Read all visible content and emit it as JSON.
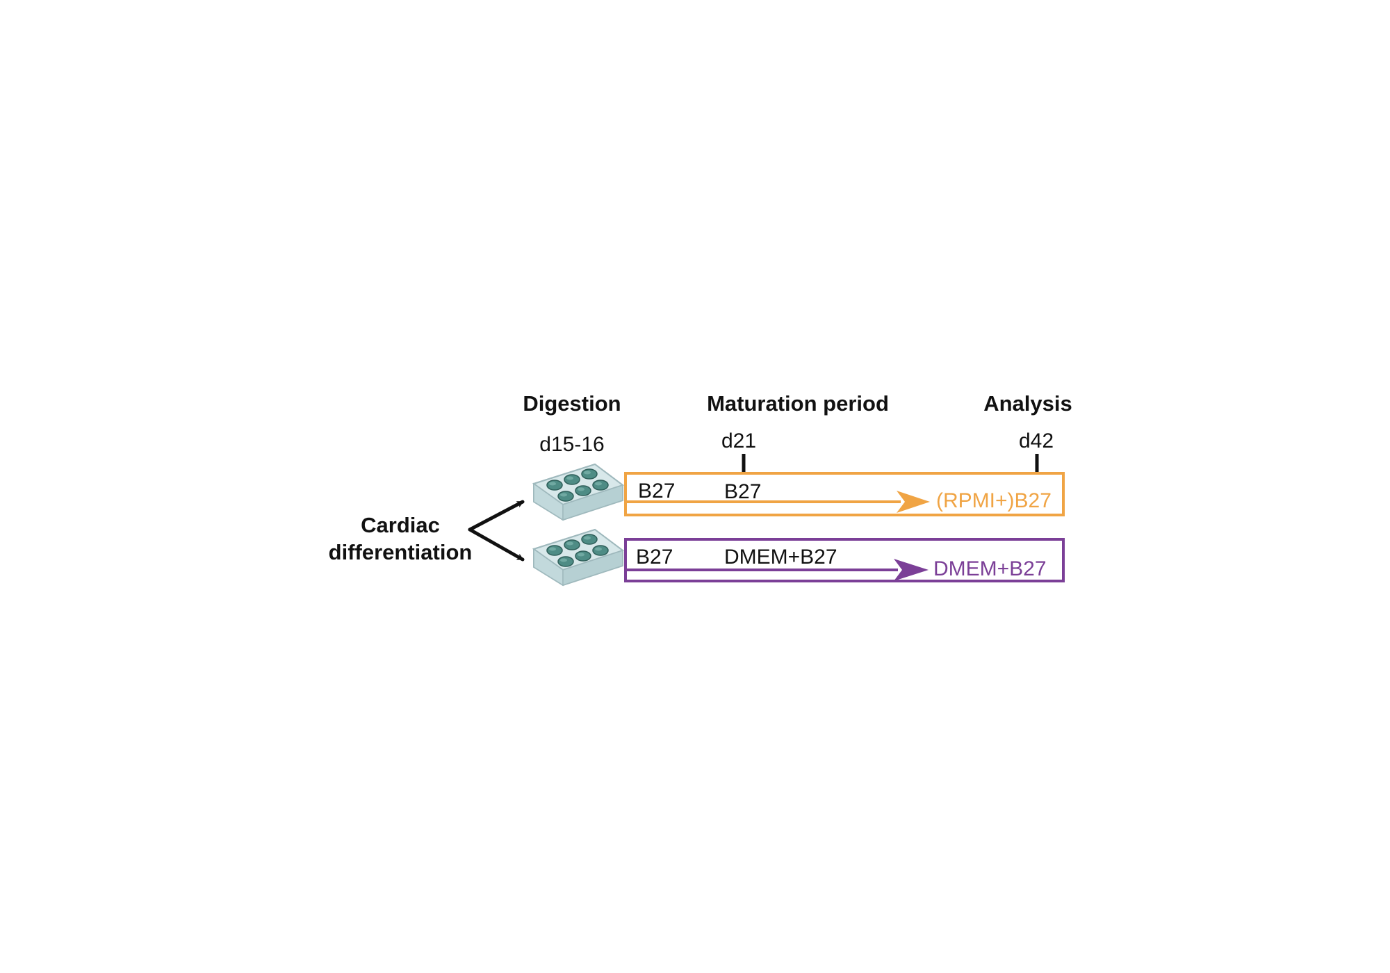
{
  "left_label": {
    "line1": "Cardiac",
    "line2": "differentiation"
  },
  "headers": {
    "digestion": "Digestion",
    "maturation": "Maturation period",
    "analysis": "Analysis"
  },
  "timepoints": {
    "digestion_day": "d15-16",
    "day21": "d21",
    "day42": "d42"
  },
  "protocols": [
    {
      "start_medium": "B27",
      "mid_medium": "B27",
      "end_medium": "(RPMI+)B27",
      "color": "#F0A444"
    },
    {
      "start_medium": "B27",
      "mid_medium": "DMEM+B27",
      "end_medium": "DMEM+B27",
      "color": "#7B3F97"
    }
  ],
  "colors": {
    "text": "#111111",
    "arrow_black": "#111111",
    "plate_body": "#D8E8EA",
    "plate_edge": "#9FB9BD",
    "well_fill": "#4E8C85",
    "well_rim": "#2F5F5A"
  },
  "icons": {
    "plate": "six-well-plate-icon"
  }
}
